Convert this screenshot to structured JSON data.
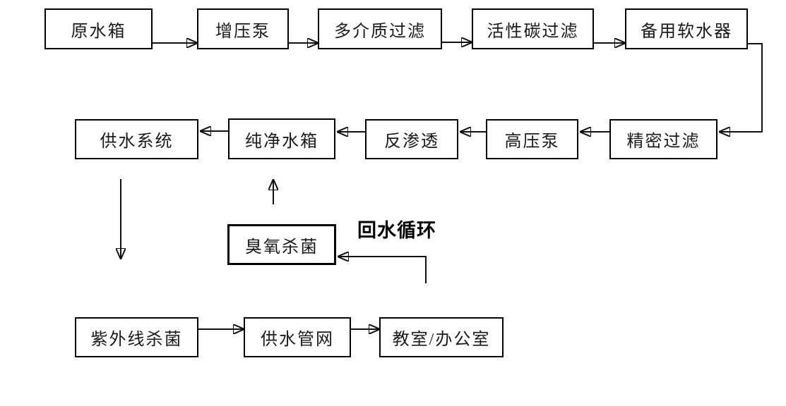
{
  "diagram": {
    "type": "flowchart",
    "description": "Water purification process flow diagram",
    "nodes": [
      {
        "id": "raw-water-tank",
        "label": "原水箱"
      },
      {
        "id": "booster-pump",
        "label": "增压泵"
      },
      {
        "id": "multimedia-filter",
        "label": "多介质过滤"
      },
      {
        "id": "activated-carbon-filter",
        "label": "活性碳过滤"
      },
      {
        "id": "backup-water-softener",
        "label": "备用软水器"
      },
      {
        "id": "water-supply-system",
        "label": "供水系统"
      },
      {
        "id": "pure-water-tank",
        "label": "纯净水箱"
      },
      {
        "id": "reverse-osmosis",
        "label": "反渗透"
      },
      {
        "id": "high-pressure-pump",
        "label": "高压泵"
      },
      {
        "id": "precision-filter",
        "label": "精密过滤"
      },
      {
        "id": "ozone-sterilization",
        "label": "臭氧杀菌"
      },
      {
        "id": "uv-sterilization",
        "label": "紫外线杀菌"
      },
      {
        "id": "water-supply-network",
        "label": "供水管网"
      },
      {
        "id": "classroom-office",
        "label": "教室/办公室"
      }
    ],
    "annotations": [
      {
        "id": "return-water-loop",
        "label": "回水循环"
      }
    ],
    "edges": [
      {
        "from": "原水箱",
        "to": "增压泵"
      },
      {
        "from": "增压泵",
        "to": "多介质过滤"
      },
      {
        "from": "多介质过滤",
        "to": "活性碳过滤"
      },
      {
        "from": "活性碳过滤",
        "to": "备用软水器"
      },
      {
        "from": "备用软水器",
        "to": "精密过滤"
      },
      {
        "from": "精密过滤",
        "to": "高压泵"
      },
      {
        "from": "高压泵",
        "to": "反渗透"
      },
      {
        "from": "反渗透",
        "to": "纯净水箱"
      },
      {
        "from": "纯净水箱",
        "to": "供水系统"
      },
      {
        "from": "供水系统",
        "to": "紫外线杀菌"
      },
      {
        "from": "臭氧杀菌",
        "to": "纯净水箱"
      },
      {
        "from": "教室/办公室",
        "to": "臭氧杀菌",
        "label": "回水循环"
      },
      {
        "from": "紫外线杀菌",
        "to": "供水管网"
      },
      {
        "from": "供水管网",
        "to": "教室/办公室"
      }
    ],
    "colors": {
      "background": "#ffffff",
      "line": "#111111",
      "box_border": "#000000",
      "text": "#1a1a1a"
    }
  }
}
